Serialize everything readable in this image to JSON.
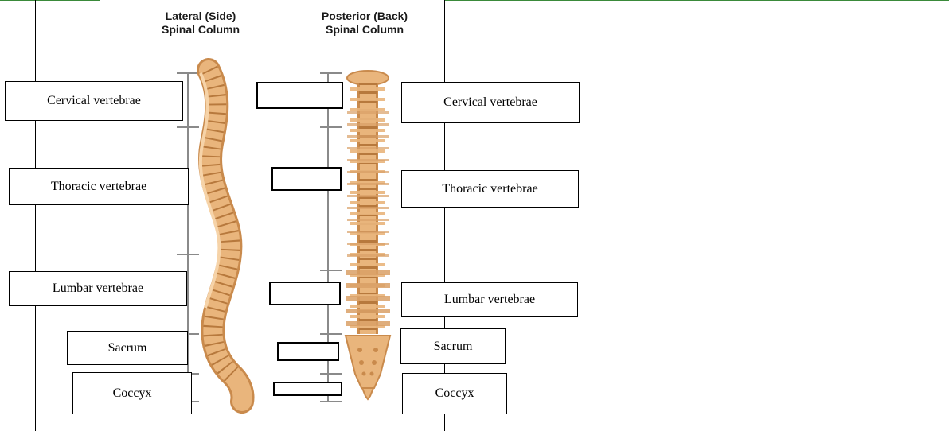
{
  "headings": {
    "lateral": "Lateral (Side)\nSpinal Column",
    "posterior": "Posterior (Back)\nSpinal Column"
  },
  "left_labels": [
    "Cervical vertebrae",
    "Thoracic vertebrae",
    "Lumbar vertebrae",
    "Sacrum",
    "Coccyx"
  ],
  "right_labels": [
    "Cervical vertebrae",
    "Thoracic vertebrae",
    "Lumbar vertebrae",
    "Sacrum",
    "Coccyx"
  ],
  "colors": {
    "bone": "#e9b57c",
    "bone_dark": "#c98a4c",
    "bracket": "#8a8a8a",
    "top_rule": "#3a8a3a"
  }
}
